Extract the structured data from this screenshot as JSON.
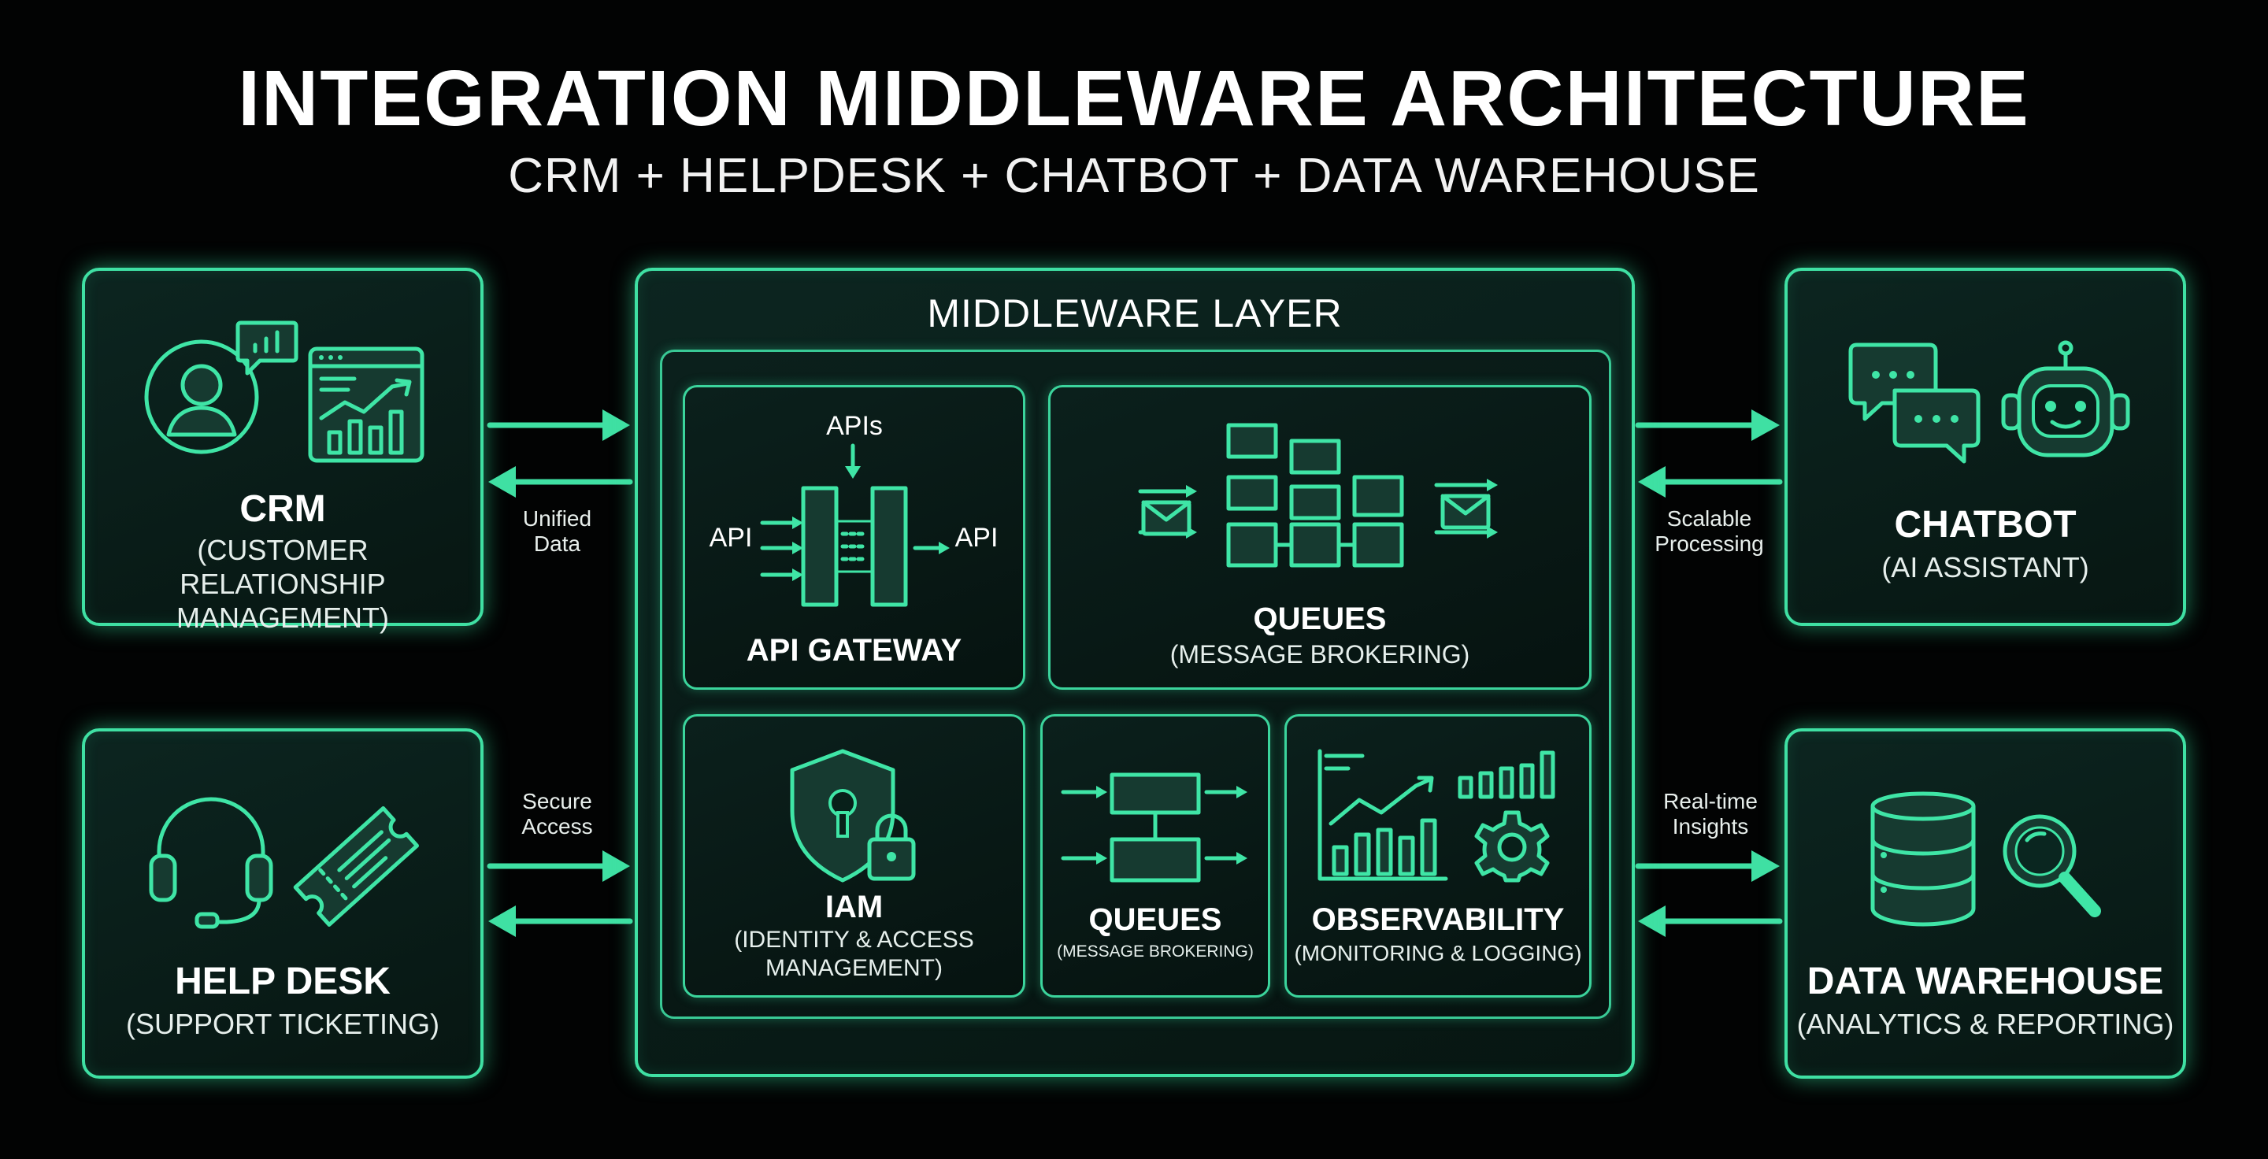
{
  "header": {
    "title": "INTEGRATION MIDDLEWARE ARCHITECTURE",
    "subtitle": "CRM + HELPDESK + CHATBOT + DATA WAREHOUSE"
  },
  "systems": {
    "crm": {
      "name": "CRM",
      "desc": "(CUSTOMER RELATIONSHIP MANAGEMENT)"
    },
    "helpdesk": {
      "name": "HELP DESK",
      "desc": "(SUPPORT TICKETING)"
    },
    "chatbot": {
      "name": "CHATBOT",
      "desc": "(AI ASSISTANT)"
    },
    "warehouse": {
      "name": "DATA WAREHOUSE",
      "desc": "(ANALYTICS & REPORTING)"
    }
  },
  "connections": {
    "crm": "Unified Data",
    "helpdesk": "Secure Access",
    "chatbot": "Scalable Processing",
    "warehouse": "Real-time Insights"
  },
  "middleware": {
    "title": "MIDDLEWARE LAYER",
    "api_gateway": {
      "name": "API GATEWAY",
      "apis_label": "APIs",
      "in_label": "API",
      "out_label": "API"
    },
    "queues_top": {
      "name": "QUEUES",
      "desc": "(MESSAGE BROKERING)"
    },
    "iam": {
      "name": "IAM",
      "desc": "(IDENTITY & ACCESS MANAGEMENT)"
    },
    "queues_small": {
      "name": "QUEUES",
      "desc": "(MESSAGE BROKERING)"
    },
    "observability": {
      "name": "OBSERVABILITY",
      "desc": "(MONITORING & LOGGING)"
    }
  },
  "colors": {
    "accent": "#3fe0a3",
    "background": "#020303",
    "panel": "#0b201c"
  }
}
